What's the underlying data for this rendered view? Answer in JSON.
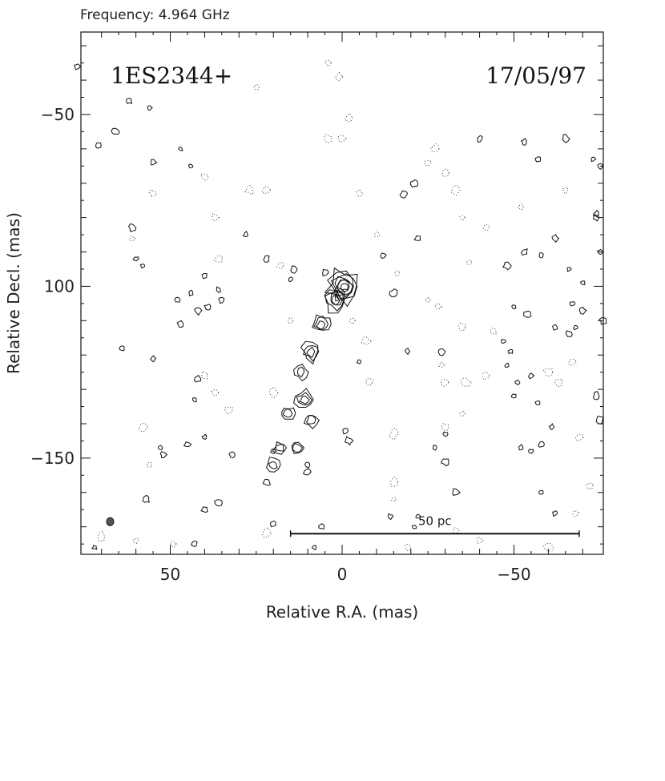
{
  "header": {
    "frequency_label": "Frequency: 4.964 GHz"
  },
  "chart_data": {
    "type": "contour",
    "source_label": "1ES2344+",
    "date_label": "17/05/97",
    "xlabel": "Relative R.A. (mas)",
    "ylabel": "Relative Decl. (mas)",
    "xlim": [
      76,
      -76
    ],
    "ylim": [
      26,
      178
    ],
    "x_ticks": [
      50,
      0,
      -50
    ],
    "x_tick_labels": [
      "50",
      "0",
      "−50"
    ],
    "y_ticks": [
      50,
      100,
      150
    ],
    "y_tick_labels": [
      "−50",
      "100",
      "−150"
    ],
    "grid": false,
    "scale_bar": {
      "label": "50 pc",
      "x_start": 15,
      "x_end": -69,
      "y": 172
    },
    "beam": {
      "x": 67.5,
      "y": 168.5
    },
    "core": {
      "x": 0,
      "y": 100
    },
    "jet_components": [
      {
        "x": -0.5,
        "y": 100,
        "levels": 7
      },
      {
        "x": 2,
        "y": 104,
        "levels": 4
      },
      {
        "x": 6,
        "y": 111,
        "levels": 3
      },
      {
        "x": 9,
        "y": 119,
        "levels": 3
      },
      {
        "x": 12,
        "y": 125,
        "levels": 2
      },
      {
        "x": 11,
        "y": 133,
        "levels": 3
      },
      {
        "x": 16,
        "y": 137,
        "levels": 2
      },
      {
        "x": 9,
        "y": 139,
        "levels": 2
      },
      {
        "x": 18,
        "y": 147,
        "levels": 2
      },
      {
        "x": 20,
        "y": 152,
        "levels": 2
      },
      {
        "x": 13,
        "y": 147,
        "levels": 2
      },
      {
        "x": 22,
        "y": 157,
        "levels": 1
      },
      {
        "x": 10,
        "y": 154,
        "levels": 1
      }
    ],
    "noise_contours": [
      [
        77,
        36
      ],
      [
        62,
        46
      ],
      [
        56,
        48
      ],
      [
        71,
        59
      ],
      [
        66,
        55
      ],
      [
        61,
        83
      ],
      [
        47,
        60
      ],
      [
        44,
        65
      ],
      [
        40,
        97
      ],
      [
        47,
        111
      ],
      [
        42,
        107
      ],
      [
        39,
        106
      ],
      [
        36,
        101
      ],
      [
        55,
        121
      ],
      [
        64,
        118
      ],
      [
        42,
        127
      ],
      [
        43,
        133
      ],
      [
        40,
        144
      ],
      [
        45,
        146
      ],
      [
        53,
        147
      ],
      [
        36,
        163
      ],
      [
        40,
        165
      ],
      [
        57,
        162
      ],
      [
        43,
        175
      ],
      [
        72,
        176
      ],
      [
        22,
        92
      ],
      [
        28,
        85
      ],
      [
        14,
        95
      ],
      [
        15,
        98
      ],
      [
        5,
        96
      ],
      [
        1,
        102
      ],
      [
        20,
        148
      ],
      [
        20,
        169
      ],
      [
        8,
        176
      ],
      [
        10,
        152
      ],
      [
        6,
        170
      ],
      [
        -1,
        142
      ],
      [
        -2,
        145
      ],
      [
        -12,
        91
      ],
      [
        -15,
        102
      ],
      [
        -22,
        86
      ],
      [
        -19,
        119
      ],
      [
        -30,
        143
      ],
      [
        -30,
        151
      ],
      [
        -22,
        167
      ],
      [
        -18,
        73
      ],
      [
        -21,
        70
      ],
      [
        -40,
        57
      ],
      [
        -53,
        58
      ],
      [
        -57,
        63
      ],
      [
        -65,
        57
      ],
      [
        -73,
        63
      ],
      [
        -75,
        65
      ],
      [
        -74,
        79
      ],
      [
        -74,
        80
      ],
      [
        -62,
        86
      ],
      [
        -58,
        91
      ],
      [
        -66,
        95
      ],
      [
        -70,
        99
      ],
      [
        -53,
        90
      ],
      [
        -48,
        94
      ],
      [
        -50,
        106
      ],
      [
        -47,
        116
      ],
      [
        -49,
        119
      ],
      [
        -48,
        123
      ],
      [
        -55,
        126
      ],
      [
        -51,
        128
      ],
      [
        -57,
        134
      ],
      [
        -50,
        132
      ],
      [
        -52,
        147
      ],
      [
        -55,
        148
      ],
      [
        -58,
        146
      ],
      [
        -61,
        141
      ],
      [
        -67,
        105
      ],
      [
        -70,
        107
      ],
      [
        -75,
        90
      ],
      [
        -76,
        110
      ],
      [
        -68,
        112
      ],
      [
        -66,
        114
      ],
      [
        -62,
        112
      ],
      [
        -54,
        108
      ],
      [
        -58,
        160
      ],
      [
        -62,
        166
      ],
      [
        -74,
        132
      ],
      [
        -75,
        139
      ],
      [
        -33,
        160
      ],
      [
        -27,
        147
      ],
      [
        -14,
        167
      ],
      [
        -5,
        122
      ],
      [
        -29,
        119
      ],
      [
        -21,
        170
      ],
      [
        55,
        64
      ],
      [
        58,
        94
      ],
      [
        60,
        92
      ],
      [
        44,
        102
      ],
      [
        48,
        104
      ],
      [
        35,
        104
      ],
      [
        32,
        149
      ],
      [
        52,
        149
      ]
    ],
    "dotted_clusters": [
      [
        61,
        86
      ],
      [
        55,
        73
      ],
      [
        40,
        68
      ],
      [
        27,
        72
      ],
      [
        36,
        92
      ],
      [
        18,
        94
      ],
      [
        15,
        110
      ],
      [
        20,
        131
      ],
      [
        40,
        126
      ],
      [
        33,
        136
      ],
      [
        58,
        141
      ],
      [
        37,
        131
      ],
      [
        -3,
        110
      ],
      [
        -7,
        116
      ],
      [
        -8,
        128
      ],
      [
        -10,
        85
      ],
      [
        -5,
        73
      ],
      [
        -16,
        96
      ],
      [
        -33,
        72
      ],
      [
        -30,
        67
      ],
      [
        -35,
        80
      ],
      [
        -42,
        83
      ],
      [
        -37,
        93
      ],
      [
        -28,
        106
      ],
      [
        -25,
        104
      ],
      [
        -35,
        112
      ],
      [
        -52,
        77
      ],
      [
        -44,
        113
      ],
      [
        -29,
        123
      ],
      [
        -30,
        128
      ],
      [
        -36,
        128
      ],
      [
        -35,
        137
      ],
      [
        -42,
        126
      ],
      [
        -30,
        141
      ],
      [
        -65,
        72
      ],
      [
        -60,
        125
      ],
      [
        -63,
        128
      ],
      [
        -67,
        122
      ],
      [
        -69,
        144
      ],
      [
        -15,
        143
      ],
      [
        -15,
        157
      ],
      [
        -15,
        162
      ],
      [
        22,
        172
      ],
      [
        49,
        175
      ],
      [
        60,
        174
      ],
      [
        70,
        173
      ],
      [
        -25,
        64
      ],
      [
        -27,
        60
      ],
      [
        1,
        39
      ],
      [
        4,
        35
      ],
      [
        4,
        57
      ],
      [
        25,
        42
      ],
      [
        56,
        152
      ],
      [
        -19,
        176
      ],
      [
        -33,
        171
      ],
      [
        -40,
        174
      ],
      [
        -60,
        176
      ],
      [
        -68,
        166
      ],
      [
        -72,
        158
      ],
      [
        22,
        72
      ],
      [
        37,
        80
      ],
      [
        0,
        57
      ],
      [
        -2,
        51
      ]
    ]
  }
}
